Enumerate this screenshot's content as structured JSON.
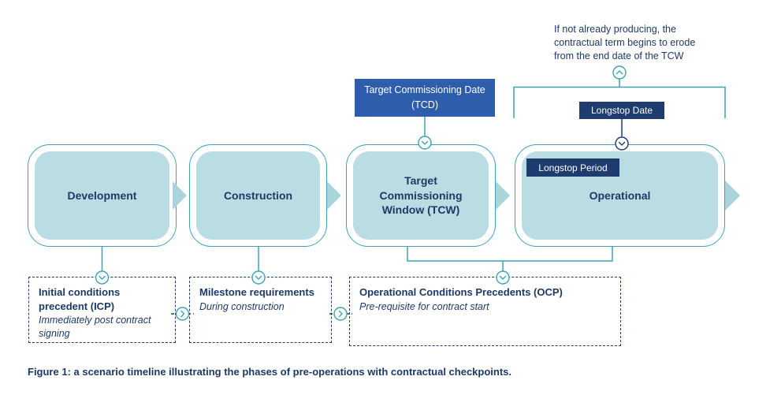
{
  "annotation": "If not already producing, the contractual term begins to erode from the end date of the TCW",
  "tcd_label": "Target Commissioning Date (TCD)",
  "longstop_date_label": "Longstop Date",
  "longstop_period_label": "Longstop Period",
  "phases": [
    {
      "label": "Development"
    },
    {
      "label": "Construction"
    },
    {
      "label": "Target Commissioning Window (TCW)"
    },
    {
      "label": "Operational"
    }
  ],
  "checkpoints": [
    {
      "title": "Initial conditions precedent (ICP)",
      "subtitle": "Immediately post contract signing"
    },
    {
      "title": "Milestone requirements",
      "subtitle": "During construction"
    },
    {
      "title": "Operational Conditions Precedents (OCP)",
      "subtitle": "Pre-requisite for contract start"
    }
  ],
  "caption": "Figure 1: a scenario timeline illustrating the phases of pre-operations with contractual checkpoints.",
  "colors": {
    "teal": "#3EA2B0",
    "navy": "#1E3C6E",
    "text_navy": "#1D3A66",
    "phase_fill": "#BADDE3",
    "arrow_fill": "#A9D4DC",
    "tcd_blue": "#2E5DAB"
  }
}
